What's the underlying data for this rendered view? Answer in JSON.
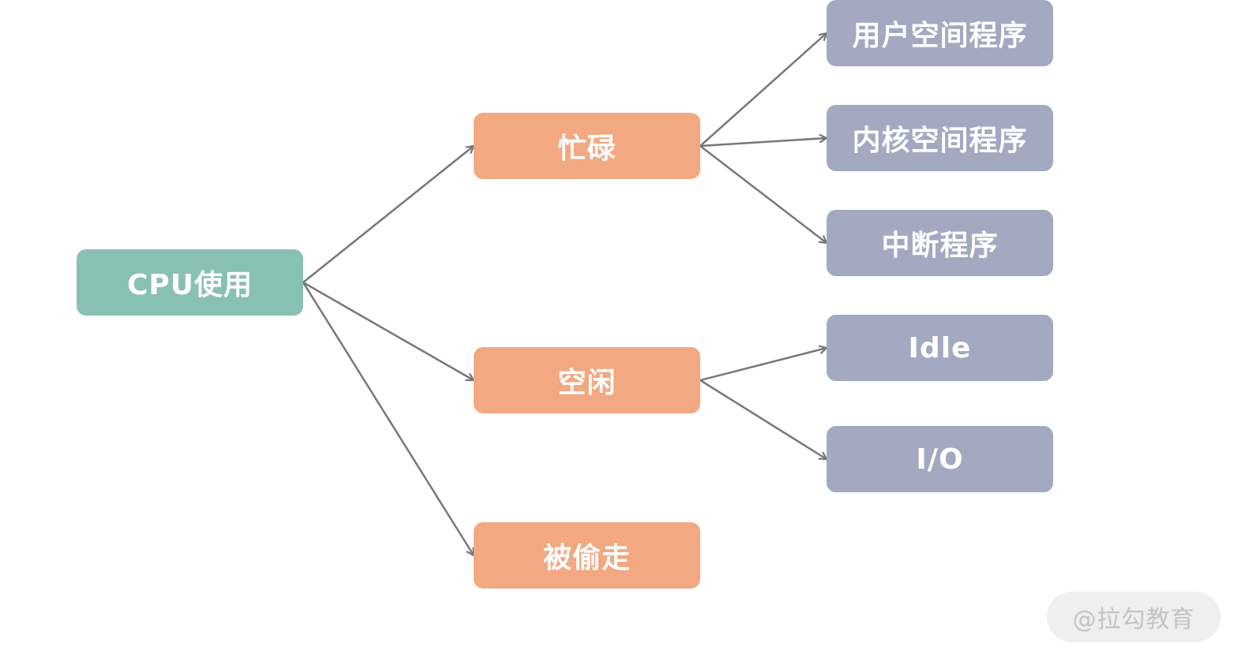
{
  "colors": {
    "root": "#89c0b4",
    "middle": "#f2a880",
    "leaf": "#a3a9c1",
    "edge": "#777777"
  },
  "nodes": {
    "root": "CPU使用",
    "busy": "忙碌",
    "idle": "空闲",
    "stolen": "被偷走",
    "user_space": "用户空间程序",
    "kernel_space": "内核空间程序",
    "interrupt": "中断程序",
    "idle_leaf": "Idle",
    "io_leaf": "I/O"
  },
  "edges": [
    [
      "root",
      "busy"
    ],
    [
      "root",
      "idle"
    ],
    [
      "root",
      "stolen"
    ],
    [
      "busy",
      "user_space"
    ],
    [
      "busy",
      "kernel_space"
    ],
    [
      "busy",
      "interrupt"
    ],
    [
      "idle",
      "idle_leaf"
    ],
    [
      "idle",
      "io_leaf"
    ]
  ],
  "watermark": "@拉勾教育"
}
